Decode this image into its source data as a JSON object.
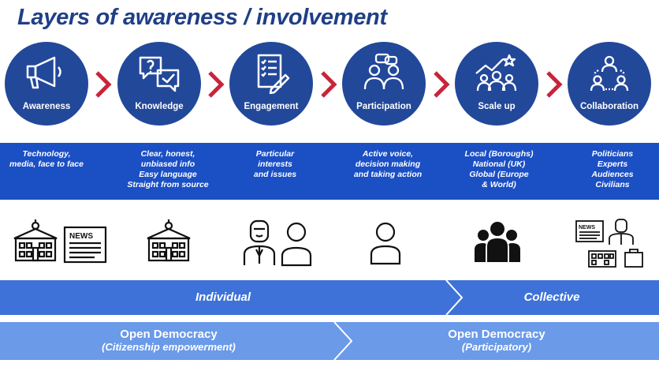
{
  "title": "Layers of awareness / involvement",
  "stages": [
    {
      "label": "Awareness",
      "icon": "megaphone-icon"
    },
    {
      "label": "Knowledge",
      "icon": "question-chat-icon"
    },
    {
      "label": "Engagement",
      "icon": "checklist-icon"
    },
    {
      "label": "Participation",
      "icon": "people-talking-icon"
    },
    {
      "label": "Scale up",
      "icon": "crowd-growth-icon"
    },
    {
      "label": "Collaboration",
      "icon": "network-people-icon"
    }
  ],
  "details": [
    [
      "Technology,",
      "media, face to face"
    ],
    [
      "Clear, honest,",
      "unbiased info",
      "Easy language",
      "Straight from source"
    ],
    [
      "Particular",
      "interests",
      "and issues"
    ],
    [
      "Active voice,",
      "decision making",
      "and taking action"
    ],
    [
      "Local (Boroughs)",
      "National (UK)",
      "Global (Europe",
      "& World)"
    ],
    [
      "Politicians",
      "Experts",
      "Audiences",
      "Civilians"
    ]
  ],
  "icon_groups": [
    [
      "government-building-icon",
      "newspaper-icon"
    ],
    [
      "government-building-icon"
    ],
    [
      "official-person-icon",
      "person-icon"
    ],
    [
      "person-icon"
    ],
    [
      "group-icon"
    ],
    [
      "newspaper-icon",
      "official-person-icon",
      "building-icon",
      "briefcase-icon"
    ]
  ],
  "newspaper_text": "NEWS",
  "scope": {
    "individual": "Individual",
    "collective": "Collective"
  },
  "democracy": [
    {
      "title": "Open Democracy",
      "subtitle": "(Citizenship empowerment)"
    },
    {
      "title": "Open Democracy",
      "subtitle": "(Participatory)"
    }
  ],
  "colors": {
    "title": "#1f3f86",
    "circle": "#22489a",
    "chevron": "#c8243a",
    "band": "#1b4fc4",
    "scope_arrow": "#3e72d8",
    "democracy_arrow": "#6a9ae8"
  }
}
